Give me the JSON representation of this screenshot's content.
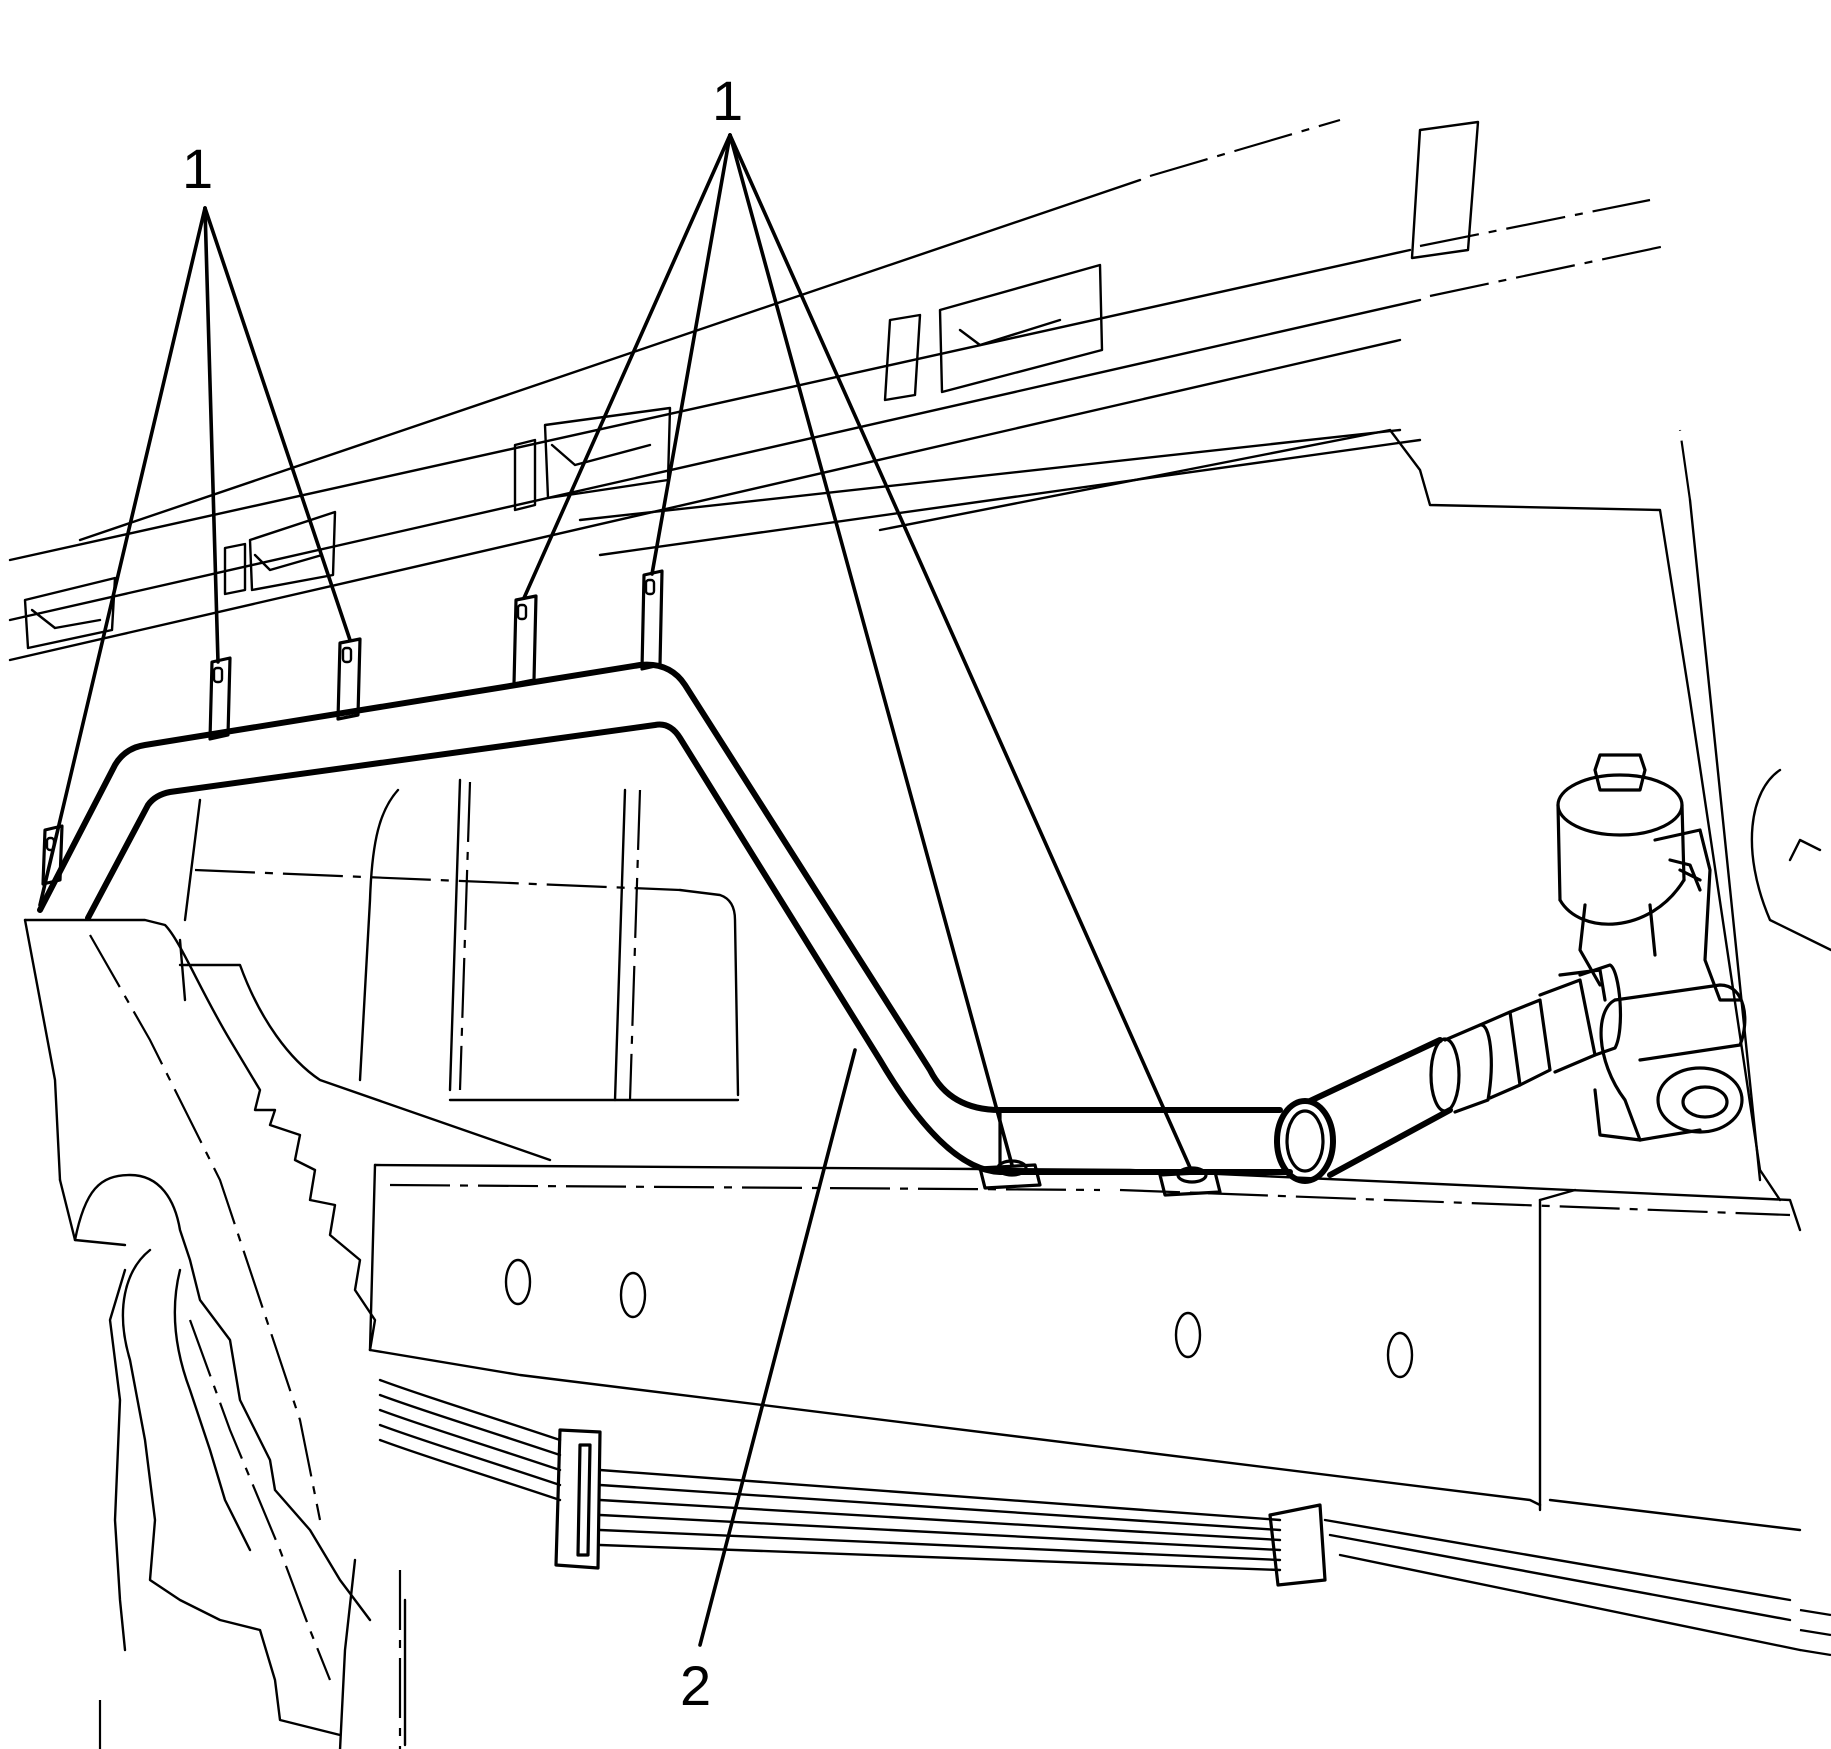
{
  "callouts": {
    "left_group": "1",
    "right_group": "1",
    "pipe": "2"
  },
  "colors": {
    "line": "#000000",
    "background": "#ffffff"
  }
}
